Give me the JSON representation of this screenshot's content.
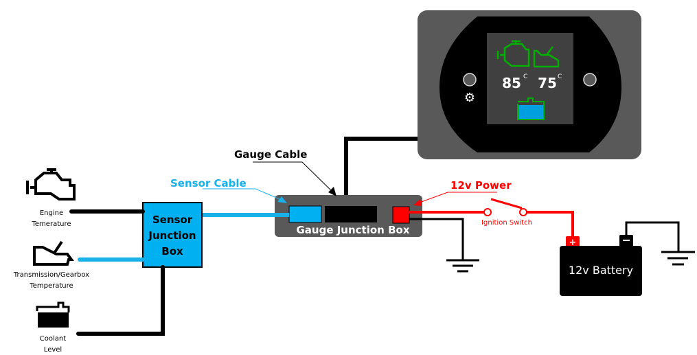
{
  "gauge": {
    "engine_temp": "85",
    "trans_temp": "75",
    "unit": "C",
    "icon_color": "#00b000",
    "coolant_color": "#00a0e0"
  },
  "labels": {
    "gauge_cable": "Gauge Cable",
    "sensor_cable": "Sensor Cable",
    "power": "12v Power",
    "ignition": "Ignition Switch",
    "gauge_junction": "Gauge Junction Box",
    "sensor_junction_1": "Sensor",
    "sensor_junction_2": "Junction",
    "sensor_junction_3": "Box",
    "battery": "12v Battery",
    "battery_plus": "+",
    "battery_minus": "−",
    "engine_1": "Engine",
    "engine_2": "Temerature",
    "trans_1": "Transmission/Gearbox",
    "trans_2": "Temperature",
    "coolant_1": "Coolant",
    "coolant_2": "Level"
  },
  "colors": {
    "sensor_cable": "#1ab0e8",
    "power": "#ff0000",
    "box_gray": "#595959",
    "junction_blue": "#00b0f0"
  }
}
